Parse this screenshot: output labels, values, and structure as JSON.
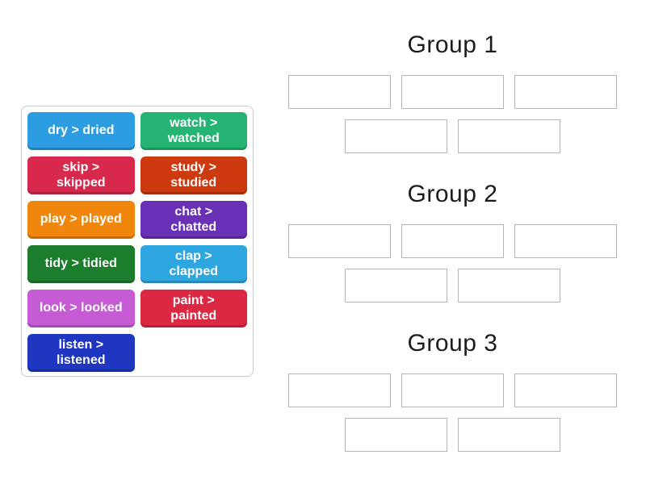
{
  "tiles": [
    {
      "id": "dry-dried",
      "color": "#2b9de0",
      "lines": [
        [
          {
            "t": "dry > dr"
          },
          {
            "t": "ied",
            "b": true
          }
        ]
      ]
    },
    {
      "id": "watch-watched",
      "color": "#25b474",
      "lines": [
        [
          {
            "t": "watch >"
          }
        ],
        [
          {
            "t": "watch"
          },
          {
            "t": "ed",
            "b": true
          }
        ]
      ]
    },
    {
      "id": "skip-skipped",
      "color": "#d8294d",
      "lines": [
        [
          {
            "t": "skip >"
          }
        ],
        [
          {
            "t": "ski"
          },
          {
            "t": "pp",
            "b": true
          },
          {
            "t": "ed"
          }
        ]
      ]
    },
    {
      "id": "study-studied",
      "color": "#cd3a10",
      "lines": [
        [
          {
            "t": "study >"
          }
        ],
        [
          {
            "t": "stud"
          },
          {
            "t": "ied",
            "b": true
          }
        ]
      ]
    },
    {
      "id": "play-played",
      "color": "#f0870c",
      "lines": [
        [
          {
            "t": "play > play"
          },
          {
            "t": "ed",
            "b": true
          }
        ]
      ]
    },
    {
      "id": "chat-chatted",
      "color": "#6a30b5",
      "lines": [
        [
          {
            "t": "chat >"
          }
        ],
        [
          {
            "t": "cha"
          },
          {
            "t": "tt",
            "b": true
          },
          {
            "t": "ed"
          }
        ]
      ]
    },
    {
      "id": "tidy-tidied",
      "color": "#1b7e2c",
      "lines": [
        [
          {
            "t": "tidy > tid"
          },
          {
            "t": "ied",
            "b": true
          }
        ]
      ]
    },
    {
      "id": "clap-clapped",
      "color": "#2ea6e0",
      "lines": [
        [
          {
            "t": "clap >"
          }
        ],
        [
          {
            "t": "cla"
          },
          {
            "t": "pp",
            "b": true
          },
          {
            "t": "ed"
          }
        ]
      ]
    },
    {
      "id": "look-looked",
      "color": "#c65cd4",
      "lines": [
        [
          {
            "t": "look > look"
          },
          {
            "t": "ed",
            "b": true
          }
        ]
      ]
    },
    {
      "id": "paint-painted",
      "color": "#dc2943",
      "lines": [
        [
          {
            "t": "paint >"
          }
        ],
        [
          {
            "t": "paint"
          },
          {
            "t": "ed",
            "b": true
          }
        ]
      ]
    },
    {
      "id": "listen-listened",
      "color": "#1f36c0",
      "lines": [
        [
          {
            "t": "listen >"
          }
        ],
        [
          {
            "t": "listen"
          },
          {
            "t": "ed",
            "b": true
          }
        ]
      ]
    }
  ],
  "groups": [
    {
      "title": "Group 1",
      "top_slots": 3,
      "bottom_slots": 2
    },
    {
      "title": "Group 2",
      "top_slots": 3,
      "bottom_slots": 2
    },
    {
      "title": "Group 3",
      "top_slots": 3,
      "bottom_slots": 2
    }
  ]
}
